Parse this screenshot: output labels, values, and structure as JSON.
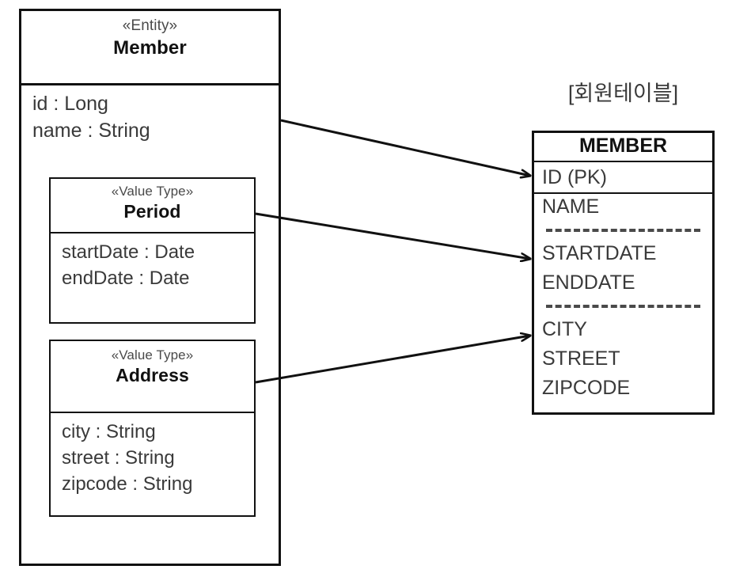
{
  "diagram": {
    "title": "Member entity to MEMBER table mapping",
    "colors": {
      "line": "#111111",
      "text": "#3a3a3a",
      "background": "#ffffff"
    }
  },
  "member_entity": {
    "stereotype": "«Entity»",
    "name": "Member",
    "attributes": [
      "id : Long",
      "name : String"
    ]
  },
  "period_value_type": {
    "stereotype": "«Value Type»",
    "name": "Period",
    "attributes": [
      "startDate : Date",
      "endDate : Date"
    ]
  },
  "address_value_type": {
    "stereotype": "«Value Type»",
    "name": "Address",
    "attributes": [
      "city : String",
      "street : String",
      "zipcode : String"
    ]
  },
  "member_table": {
    "caption": "[회원테이블]",
    "title": "MEMBER",
    "groups": [
      {
        "columns": [
          "ID (PK)",
          "NAME"
        ]
      },
      {
        "columns": [
          "STARTDATE",
          "ENDDATE"
        ]
      },
      {
        "columns": [
          "CITY",
          "STREET",
          "ZIPCODE"
        ]
      }
    ]
  },
  "mappings": [
    {
      "from": "member-entity-attributes",
      "to": "member-table-id-pk",
      "label": ""
    },
    {
      "from": "period-value-type",
      "to": "member-table-startdate",
      "label": ""
    },
    {
      "from": "address-value-type",
      "to": "member-table-city",
      "label": ""
    }
  ]
}
